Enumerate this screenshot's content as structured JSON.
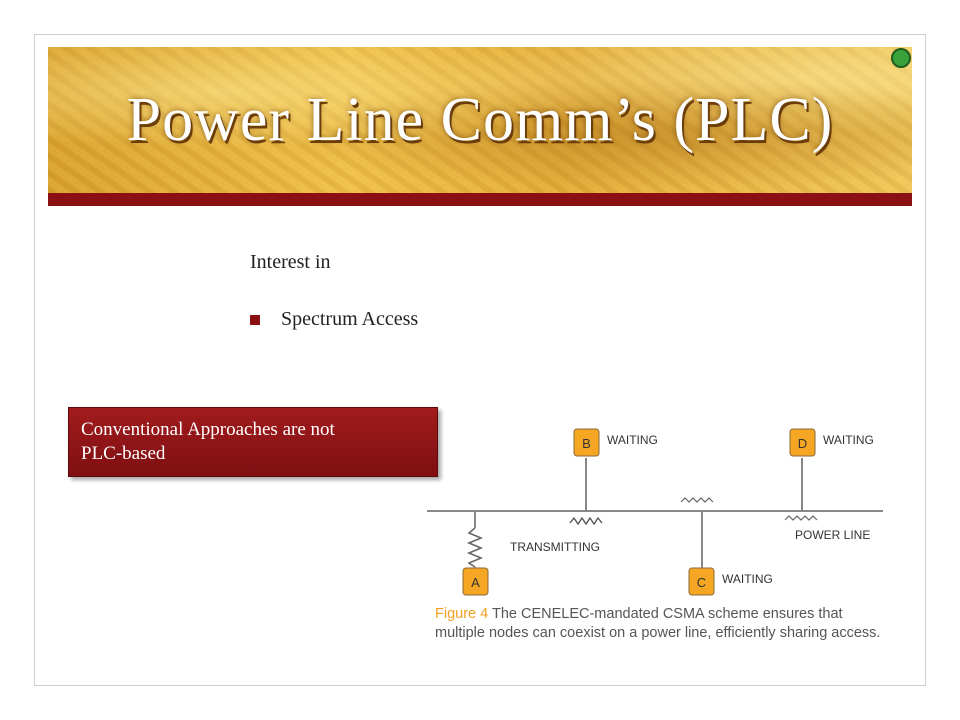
{
  "title": "Power Line Comm’s (PLC)",
  "intro": "Interest in",
  "bullets": [
    "Spectrum Access"
  ],
  "callout": {
    "line1": "Conventional Approaches are not",
    "line2": "PLC-based"
  },
  "figure": {
    "nodes": [
      {
        "id": "B",
        "status": "WAITING"
      },
      {
        "id": "D",
        "status": "WAITING"
      },
      {
        "id": "A",
        "status": "TRANSMITTING"
      },
      {
        "id": "C",
        "status": "WAITING"
      }
    ],
    "line_label": "POWER LINE",
    "caption_prefix": "Figure 4",
    "caption_text": " The CENELEC-mandated CSMA scheme ensures that multiple nodes can coexist on a power line, efficiently sharing access."
  },
  "colors": {
    "accent_red": "#8b1013",
    "node_orange": "#f5a623",
    "banner_gold": "#e3ad3a",
    "status_green": "#3aa23a"
  }
}
